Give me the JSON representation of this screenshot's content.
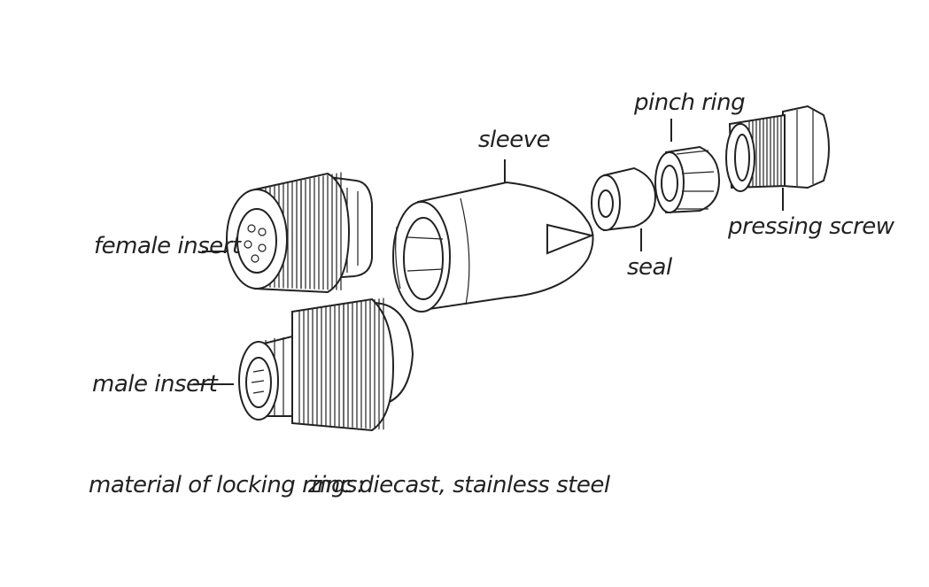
{
  "labels": {
    "female_insert": "female insert",
    "male_insert": "male insert",
    "sleeve": "sleeve",
    "seal": "seal",
    "pinch_ring": "pinch ring",
    "pressing_screw": "pressing screw"
  },
  "footer": {
    "material_label": "material of locking rings:",
    "material_value": "zinc diecast, stainless steel"
  }
}
